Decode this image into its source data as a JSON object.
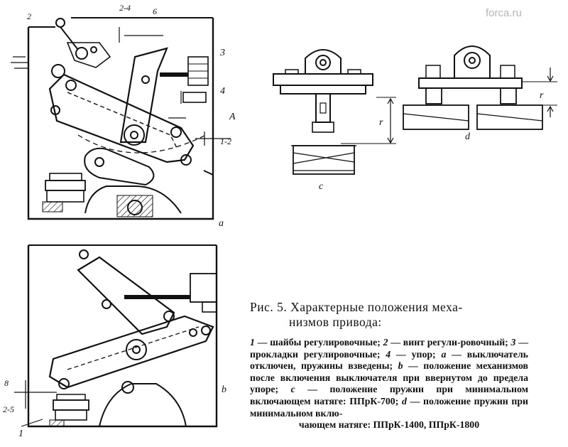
{
  "watermark": "forca.ru",
  "figure_labels": {
    "a": "a",
    "b": "b",
    "c": "c",
    "d": "d",
    "A": "A",
    "r_c": "r",
    "r_d": "r",
    "n2": "2",
    "n3": "3",
    "n4": "4",
    "n1": "1",
    "l24": "2-4",
    "l6": "6",
    "l12": "1-2",
    "l8": "8",
    "l25": "2-5"
  },
  "caption": {
    "title_line1": "Рис. 5. Характерные положения меха-",
    "title_line2": "низмов привода:",
    "items": [
      {
        "key": "1",
        "text": " — шайбы регулировочные; "
      },
      {
        "key": "2",
        "text": " — винт регули-ровочный; "
      },
      {
        "key": "3",
        "text": " — прокладки регулировочные; "
      },
      {
        "key": "4",
        "text": " — упор; "
      },
      {
        "key": "a",
        "text": " — выключатель отключен, пружины взведены; "
      },
      {
        "key": "b",
        "text": " — положение механизмов после включения выключателя при ввернутом до предела упоре; "
      },
      {
        "key": "c",
        "text": " — положение пружин при минимальном включающем натяге: ППрК-700; "
      },
      {
        "key": "d",
        "text": " — положение пружин при минимальном вклю-"
      }
    ],
    "last_line": "чающем натяге: ППрК-1400, ППрК-1800"
  }
}
